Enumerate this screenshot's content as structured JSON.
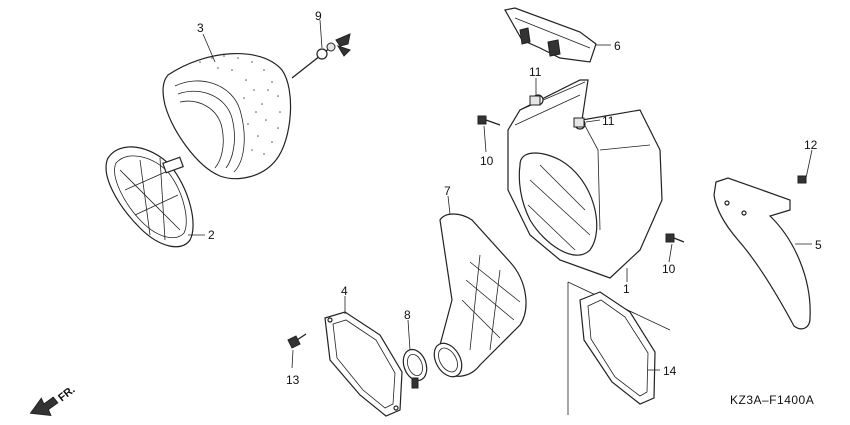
{
  "diagram": {
    "code": "KZ3A–F1400A",
    "direction_label": "FR.",
    "callouts": [
      {
        "id": "c1",
        "label": "1"
      },
      {
        "id": "c2",
        "label": "2"
      },
      {
        "id": "c3",
        "label": "3"
      },
      {
        "id": "c4",
        "label": "4"
      },
      {
        "id": "c5",
        "label": "5"
      },
      {
        "id": "c6",
        "label": "6"
      },
      {
        "id": "c7",
        "label": "7"
      },
      {
        "id": "c8",
        "label": "8"
      },
      {
        "id": "c9",
        "label": "9"
      },
      {
        "id": "c10a",
        "label": "10"
      },
      {
        "id": "c10b",
        "label": "10"
      },
      {
        "id": "c11a",
        "label": "11"
      },
      {
        "id": "c11b",
        "label": "11"
      },
      {
        "id": "c12",
        "label": "12"
      },
      {
        "id": "c13",
        "label": "13"
      },
      {
        "id": "c14",
        "label": "14"
      }
    ]
  }
}
